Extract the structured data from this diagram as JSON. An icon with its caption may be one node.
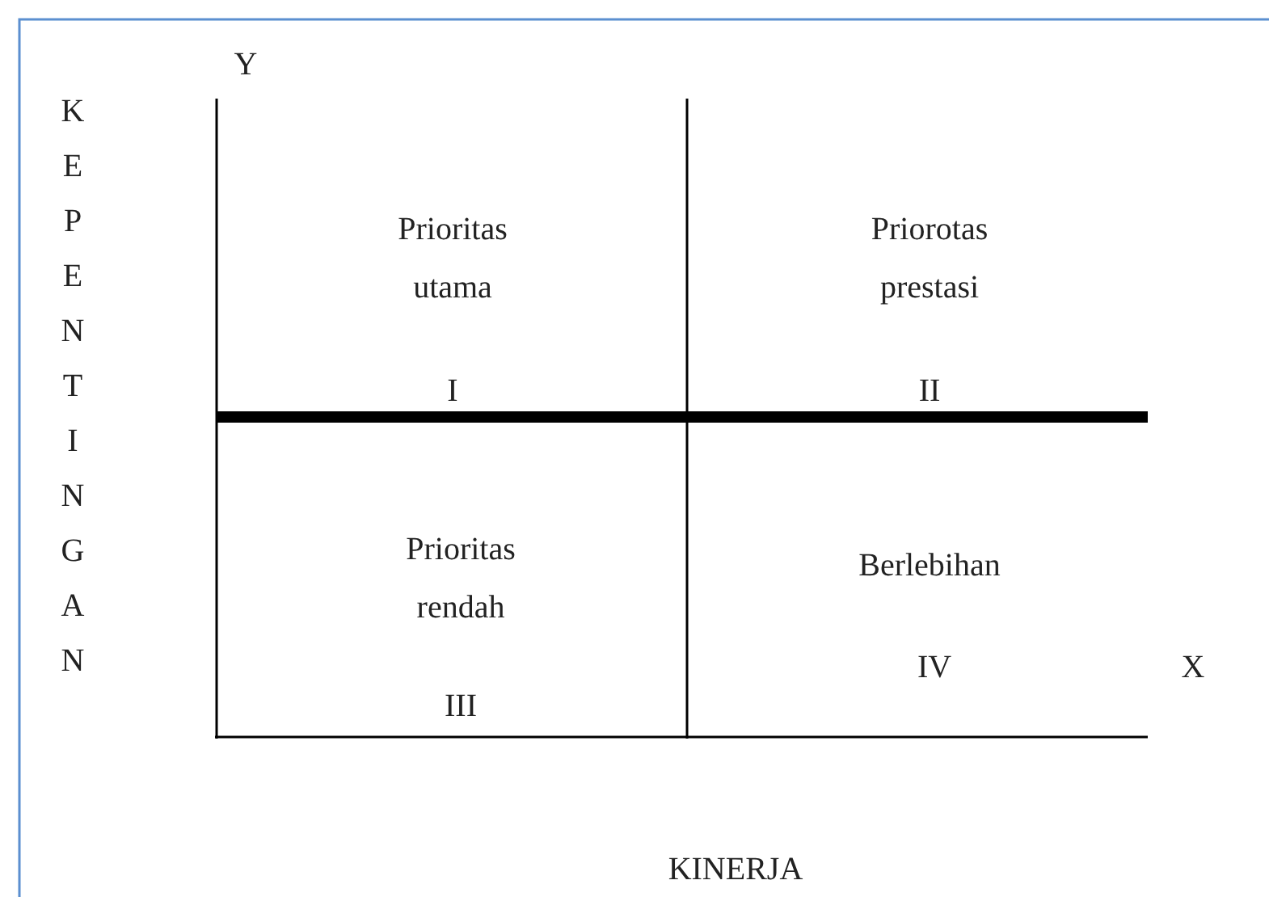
{
  "diagram": {
    "labels": [
      "Y",
      "KEPENTINGAN",
      "Prioritas utama",
      "Priorotas prestasi",
      "I",
      "II",
      "Prioritas rendah",
      "Berlebihan",
      "IV",
      "X",
      "III",
      "KINERJA"
    ]
  }
}
